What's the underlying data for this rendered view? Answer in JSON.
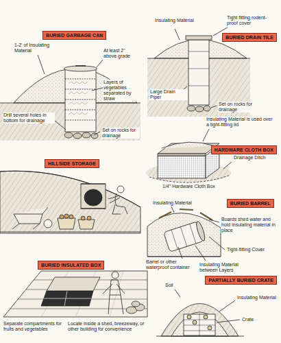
{
  "diagram": {
    "nodes": [
      {
        "text": [
          "BURIED GARBAGE CAN"
        ]
      },
      {
        "text": [
          "BURIED DRAIN TILE"
        ]
      },
      {
        "text": [
          "HARDWARE CLOTH BOX"
        ]
      },
      {
        "text": [
          "HILLSIDE STORAGE"
        ]
      },
      {
        "text": [
          "BURIED BARREL"
        ]
      },
      {
        "text": [
          "BURIED INSULATED BOX"
        ]
      },
      {
        "text": [
          "PARTIALLY BURIED CRATE"
        ]
      }
    ],
    "labels": [
      "1-2' of Insulating Material",
      "At least 2\" above grade",
      "Layers of vegetables separated by straw",
      "Drill several holes in bottom for drainage",
      "Set on rocks for drainage",
      "Insulating Material",
      "Tight fitting rodent-proof cover",
      "Large Drain Piper",
      "Set on rocks for drainage",
      "Insulating Material is used over a tight-fitting lid",
      "Drainage Ditch",
      "1/4\" Hardware Cloth Box",
      "Insulating Material",
      "Boards shed water and hold insulating material in place",
      "Barrel or other waterproof container",
      "Tight-fitting Cover",
      "Insulating Material between Layers",
      "Separate compartments for fruits and vegetables",
      "Locate inside a shed, breezeway, or other building for convenience",
      "Soil",
      "Insulating Material",
      "Crate"
    ]
  }
}
